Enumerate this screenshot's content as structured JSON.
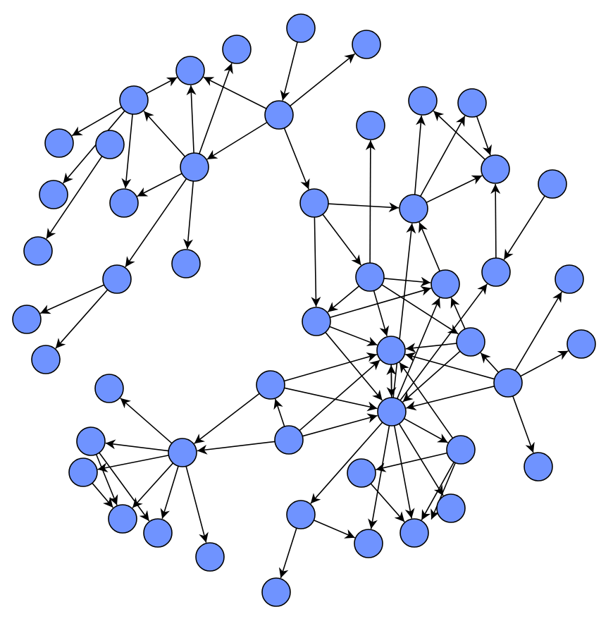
{
  "graph": {
    "directed": true,
    "node_fill": "#6f93ff",
    "node_stroke": "#000000",
    "edge_color": "#000000",
    "nodes": [
      "n0",
      "n1",
      "n2",
      "n3",
      "n4",
      "n5",
      "n6",
      "n7",
      "n8",
      "n9",
      "n10",
      "n11",
      "n12",
      "n13",
      "n14",
      "n15",
      "n16",
      "n17",
      "n18",
      "n19",
      "n20",
      "n21",
      "n22",
      "n23",
      "n24",
      "n25",
      "n26",
      "n27",
      "n28",
      "n29",
      "n30",
      "n31",
      "n32",
      "n33",
      "n34",
      "n35",
      "n36",
      "n37",
      "n38",
      "n39",
      "n40",
      "n41",
      "n42",
      "n43",
      "n44",
      "n45",
      "n46",
      "n47",
      "n48",
      "n49",
      "n50",
      "n51",
      "n52",
      "n53",
      "n54",
      "n55",
      "n56",
      "n57",
      "n58",
      "n59",
      "n60",
      "n61",
      "n62"
    ],
    "edges": [
      [
        "n0",
        "n8"
      ],
      [
        "n1",
        "n0"
      ],
      [
        "n1",
        "n2"
      ],
      [
        "n0",
        "n10"
      ],
      [
        "n0",
        "n11"
      ],
      [
        "n0",
        "n4"
      ],
      [
        "n3",
        "n5"
      ],
      [
        "n3",
        "n6"
      ],
      [
        "n3",
        "n12"
      ],
      [
        "n9",
        "n14"
      ],
      [
        "n9",
        "n7"
      ],
      [
        "n9",
        "n13"
      ],
      [
        "n4",
        "n3"
      ],
      [
        "n4",
        "n2"
      ],
      [
        "n4",
        "n10"
      ],
      [
        "n4",
        "n12"
      ],
      [
        "n4",
        "n15"
      ],
      [
        "n4",
        "n16"
      ],
      [
        "n4",
        "n9"
      ],
      [
        "n11",
        "n17"
      ],
      [
        "n11",
        "n20"
      ],
      [
        "n17",
        "n20"
      ],
      [
        "n17",
        "n28"
      ],
      [
        "n17",
        "n18"
      ],
      [
        "n20",
        "n34"
      ],
      [
        "n20",
        "n28"
      ],
      [
        "n20",
        "n43"
      ],
      [
        "n20",
        "n19"
      ],
      [
        "n20",
        "n18"
      ],
      [
        "n20",
        "n30"
      ],
      [
        "n20",
        "n24"
      ],
      [
        "n20",
        "n36"
      ],
      [
        "n18",
        "n43"
      ],
      [
        "n18",
        "n46"
      ],
      [
        "n21",
        "n22"
      ],
      [
        "n23",
        "n21"
      ],
      [
        "n21",
        "n25"
      ],
      [
        "n25",
        "n23"
      ],
      [
        "n24",
        "n34"
      ],
      [
        "n24",
        "n25"
      ],
      [
        "n24",
        "n26"
      ],
      [
        "n24",
        "n22"
      ],
      [
        "n27",
        "n29"
      ],
      [
        "n29",
        "n25"
      ],
      [
        "n28",
        "n24"
      ],
      [
        "n28",
        "n34"
      ],
      [
        "n30",
        "n28"
      ],
      [
        "n30",
        "n29"
      ],
      [
        "n30",
        "n34"
      ],
      [
        "n30",
        "n43"
      ],
      [
        "n32",
        "n30"
      ],
      [
        "n32",
        "n31"
      ],
      [
        "n32",
        "n33"
      ],
      [
        "n32",
        "n34"
      ],
      [
        "n32",
        "n43"
      ],
      [
        "n32",
        "n46"
      ],
      [
        "n43",
        "n34"
      ],
      [
        "n34",
        "n43"
      ],
      [
        "n35",
        "n34"
      ],
      [
        "n35",
        "n43"
      ],
      [
        "n35",
        "n39"
      ],
      [
        "n40",
        "n34"
      ],
      [
        "n40",
        "n43"
      ],
      [
        "n40",
        "n35"
      ],
      [
        "n40",
        "n39"
      ],
      [
        "n39",
        "n37"
      ],
      [
        "n39",
        "n36"
      ],
      [
        "n39",
        "n38"
      ],
      [
        "n39",
        "n41"
      ],
      [
        "n39",
        "n42"
      ],
      [
        "n39",
        "n44"
      ],
      [
        "n39",
        "n45"
      ],
      [
        "n38",
        "n41"
      ],
      [
        "n38",
        "n42"
      ],
      [
        "n36",
        "n42"
      ],
      [
        "n36",
        "n41"
      ],
      [
        "n43",
        "n46"
      ],
      [
        "n43",
        "n47"
      ],
      [
        "n43",
        "n48"
      ],
      [
        "n43",
        "n49"
      ],
      [
        "n43",
        "n50"
      ],
      [
        "n43",
        "n51"
      ],
      [
        "n43",
        "n52"
      ],
      [
        "n43",
        "n53"
      ],
      [
        "n46",
        "n34"
      ],
      [
        "n46",
        "n48"
      ],
      [
        "n46",
        "n49"
      ],
      [
        "n46",
        "n50"
      ],
      [
        "n46",
        "n54"
      ],
      [
        "n47",
        "n48"
      ],
      [
        "n53",
        "n52"
      ],
      [
        "n53",
        "n55"
      ]
    ]
  }
}
